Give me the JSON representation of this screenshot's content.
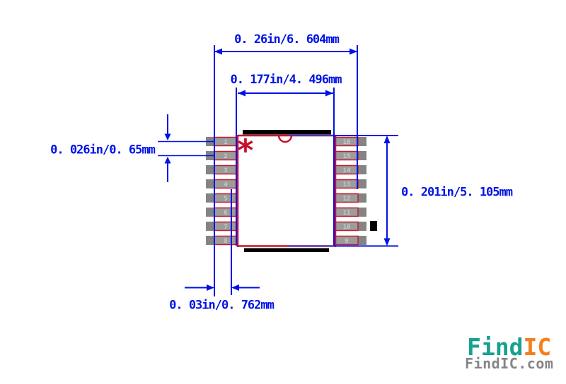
{
  "diagram": {
    "title_hint": "TSSOP-16 land pattern footprint",
    "dimensions": {
      "lead_span_top": "0. 26in/6. 604mm",
      "body_width_top": "0. 177in/4. 496mm",
      "pin_pitch_left": "0. 026in/0. 65mm",
      "body_height_right": "0. 201in/5. 105mm",
      "pad_length_bottom": "0. 03in/0. 762mm"
    },
    "pads": {
      "left": [
        "1",
        "2",
        "3",
        "4",
        "5",
        "6",
        "7",
        "8"
      ],
      "right": [
        "16",
        "15",
        "14",
        "13",
        "12",
        "11",
        "10",
        "9"
      ]
    },
    "pin1_marker": "*"
  },
  "logo": {
    "brand_primary": "Find",
    "brand_secondary": "IC",
    "domain": "FindIC.com"
  },
  "colors": {
    "dimension_blue": "#0012E6",
    "outline_red": "#C8102E",
    "overlap_purple": "#5F2DA8",
    "pad_gray": "#848484",
    "pad_inner_gray": "#9C9C9C",
    "pad_number_gray": "#C9C9C9",
    "silkscreen_black": "#000000",
    "logo_teal": "#18A190",
    "logo_orange": "#F2801E",
    "logo_gray": "#858585"
  }
}
